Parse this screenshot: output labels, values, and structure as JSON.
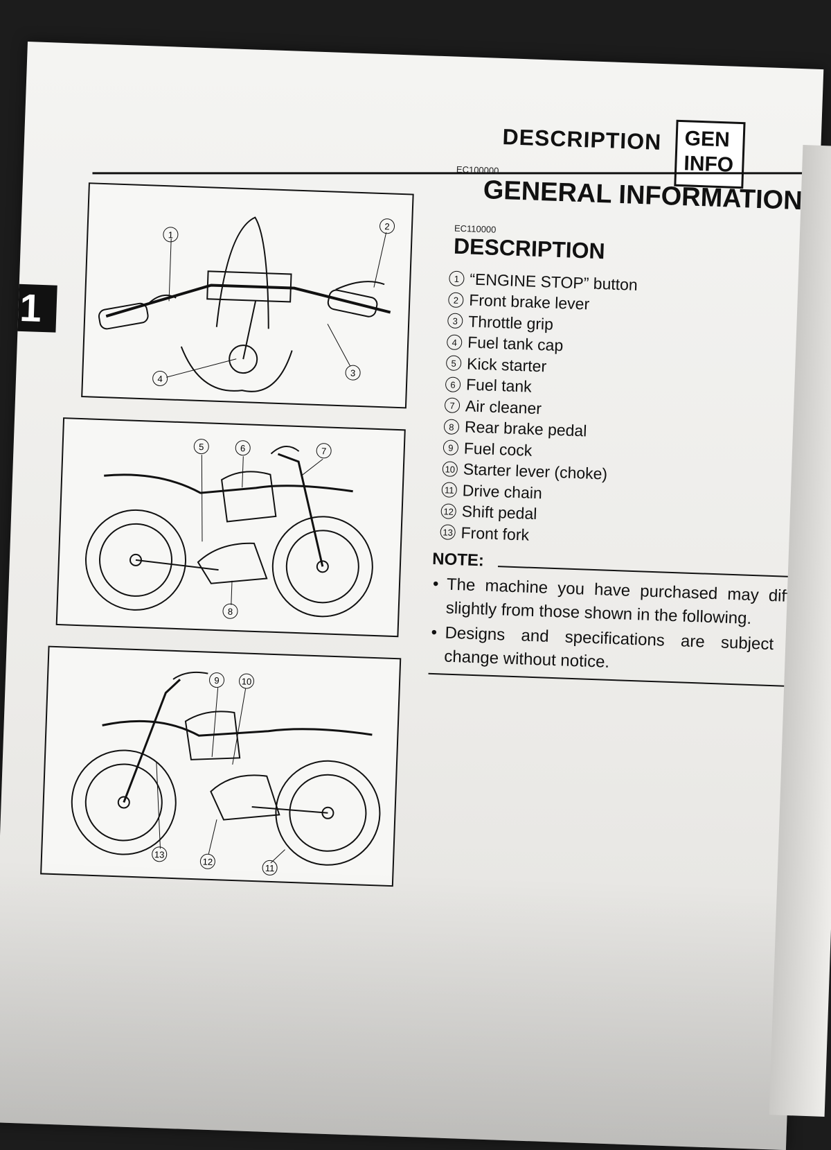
{
  "header": {
    "title": "DESCRIPTION",
    "badge_line1": "GEN",
    "badge_line2": "INFO"
  },
  "chapter_tab": "1",
  "section": {
    "code": "EC100000",
    "title": "GENERAL INFORMATION"
  },
  "subsection": {
    "code": "EC110000",
    "title": "DESCRIPTION"
  },
  "parts": [
    {
      "num": "1",
      "label": "“ENGINE STOP” button"
    },
    {
      "num": "2",
      "label": "Front brake lever"
    },
    {
      "num": "3",
      "label": "Throttle grip"
    },
    {
      "num": "4",
      "label": "Fuel tank cap"
    },
    {
      "num": "5",
      "label": "Kick starter"
    },
    {
      "num": "6",
      "label": "Fuel tank"
    },
    {
      "num": "7",
      "label": "Air cleaner"
    },
    {
      "num": "8",
      "label": "Rear brake pedal"
    },
    {
      "num": "9",
      "label": "Fuel cock"
    },
    {
      "num": "10",
      "label": "Starter lever (choke)"
    },
    {
      "num": "11",
      "label": "Drive chain"
    },
    {
      "num": "12",
      "label": "Shift pedal"
    },
    {
      "num": "13",
      "label": "Front fork"
    }
  ],
  "note": {
    "label": "NOTE:",
    "items": [
      "The machine you have purchased may differ slightly from those shown in the following.",
      "Designs and specifications are subject to change without notice."
    ]
  },
  "figures": {
    "top_callouts": [
      "1",
      "2",
      "3",
      "4"
    ],
    "middle_callouts": [
      "5",
      "6",
      "7",
      "8"
    ],
    "bottom_callouts": [
      "9",
      "10",
      "13",
      "12",
      "11"
    ]
  },
  "colors": {
    "paper": "#f2f2f0",
    "ink": "#111111",
    "background": "#1c1c1c"
  }
}
